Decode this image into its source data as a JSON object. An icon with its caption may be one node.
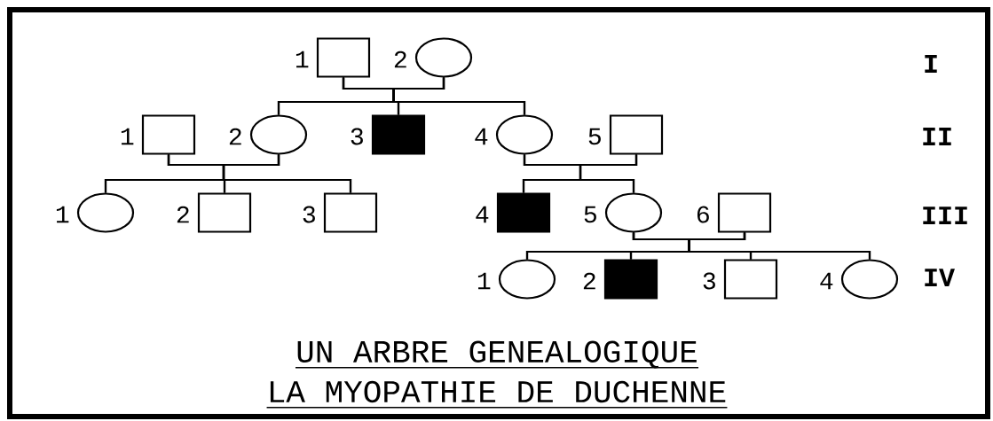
{
  "diagram": {
    "title": "UN ARBRE GENEALOGIQUE",
    "caption": "LA MYOPATHIE DE DUCHENNE",
    "nodes": [
      {
        "text": [],
        "shape": "box",
        "beside": [
          "1"
        ]
      },
      {
        "text": [],
        "shape": "circle",
        "beside": [
          "2"
        ]
      },
      {
        "text": [],
        "shape": "box",
        "beside": [
          "1"
        ]
      },
      {
        "text": [],
        "shape": "circle",
        "beside": [
          "2"
        ]
      },
      {
        "text": [],
        "shape": "filled-box",
        "beside": [
          "3"
        ]
      },
      {
        "text": [],
        "shape": "circle",
        "beside": [
          "4"
        ]
      },
      {
        "text": [],
        "shape": "box",
        "beside": [
          "5"
        ]
      },
      {
        "text": [],
        "shape": "circle",
        "beside": [
          "1"
        ]
      },
      {
        "text": [],
        "shape": "box",
        "beside": [
          "2"
        ]
      },
      {
        "text": [],
        "shape": "box",
        "beside": [
          "3"
        ]
      },
      {
        "text": [],
        "shape": "filled-box",
        "beside": [
          "4"
        ]
      },
      {
        "text": [],
        "shape": "circle",
        "beside": [
          "5"
        ]
      },
      {
        "text": [],
        "shape": "box",
        "beside": [
          "6"
        ]
      },
      {
        "text": [],
        "shape": "circle",
        "beside": [
          "1"
        ]
      },
      {
        "text": [],
        "shape": "filled-box",
        "beside": [
          "2"
        ]
      },
      {
        "text": [],
        "shape": "box",
        "beside": [
          "3"
        ]
      },
      {
        "text": [],
        "shape": "circle",
        "beside": [
          "4"
        ]
      }
    ],
    "edges": [
      {
        "from": 0,
        "to": 1,
        "arrow": "none"
      },
      {
        "from": 0,
        "to": 3,
        "arrow": "none"
      },
      {
        "from": 1,
        "to": 3,
        "arrow": "none"
      },
      {
        "from": 0,
        "to": 4,
        "arrow": "none"
      },
      {
        "from": 1,
        "to": 4,
        "arrow": "none"
      },
      {
        "from": 0,
        "to": 5,
        "arrow": "none"
      },
      {
        "from": 1,
        "to": 5,
        "arrow": "none"
      },
      {
        "from": 2,
        "to": 3,
        "arrow": "none"
      },
      {
        "from": 2,
        "to": 7,
        "arrow": "none"
      },
      {
        "from": 3,
        "to": 7,
        "arrow": "none"
      },
      {
        "from": 2,
        "to": 8,
        "arrow": "none"
      },
      {
        "from": 3,
        "to": 8,
        "arrow": "none"
      },
      {
        "from": 2,
        "to": 9,
        "arrow": "none"
      },
      {
        "from": 3,
        "to": 9,
        "arrow": "none"
      },
      {
        "from": 5,
        "to": 6,
        "arrow": "none"
      },
      {
        "from": 5,
        "to": 10,
        "arrow": "none"
      },
      {
        "from": 6,
        "to": 10,
        "arrow": "none"
      },
      {
        "from": 5,
        "to": 11,
        "arrow": "none"
      },
      {
        "from": 6,
        "to": 11,
        "arrow": "none"
      },
      {
        "from": 11,
        "to": 12,
        "arrow": "none"
      },
      {
        "from": 11,
        "to": 13,
        "arrow": "none"
      },
      {
        "from": 12,
        "to": 13,
        "arrow": "none"
      },
      {
        "from": 11,
        "to": 14,
        "arrow": "none"
      },
      {
        "from": 12,
        "to": 14,
        "arrow": "none"
      },
      {
        "from": 11,
        "to": 15,
        "arrow": "none"
      },
      {
        "from": 12,
        "to": 15,
        "arrow": "none"
      },
      {
        "from": 11,
        "to": 16,
        "arrow": "none"
      },
      {
        "from": 12,
        "to": 16,
        "arrow": "none"
      }
    ],
    "labels": [
      "I",
      "II",
      "III",
      "IV"
    ]
  }
}
